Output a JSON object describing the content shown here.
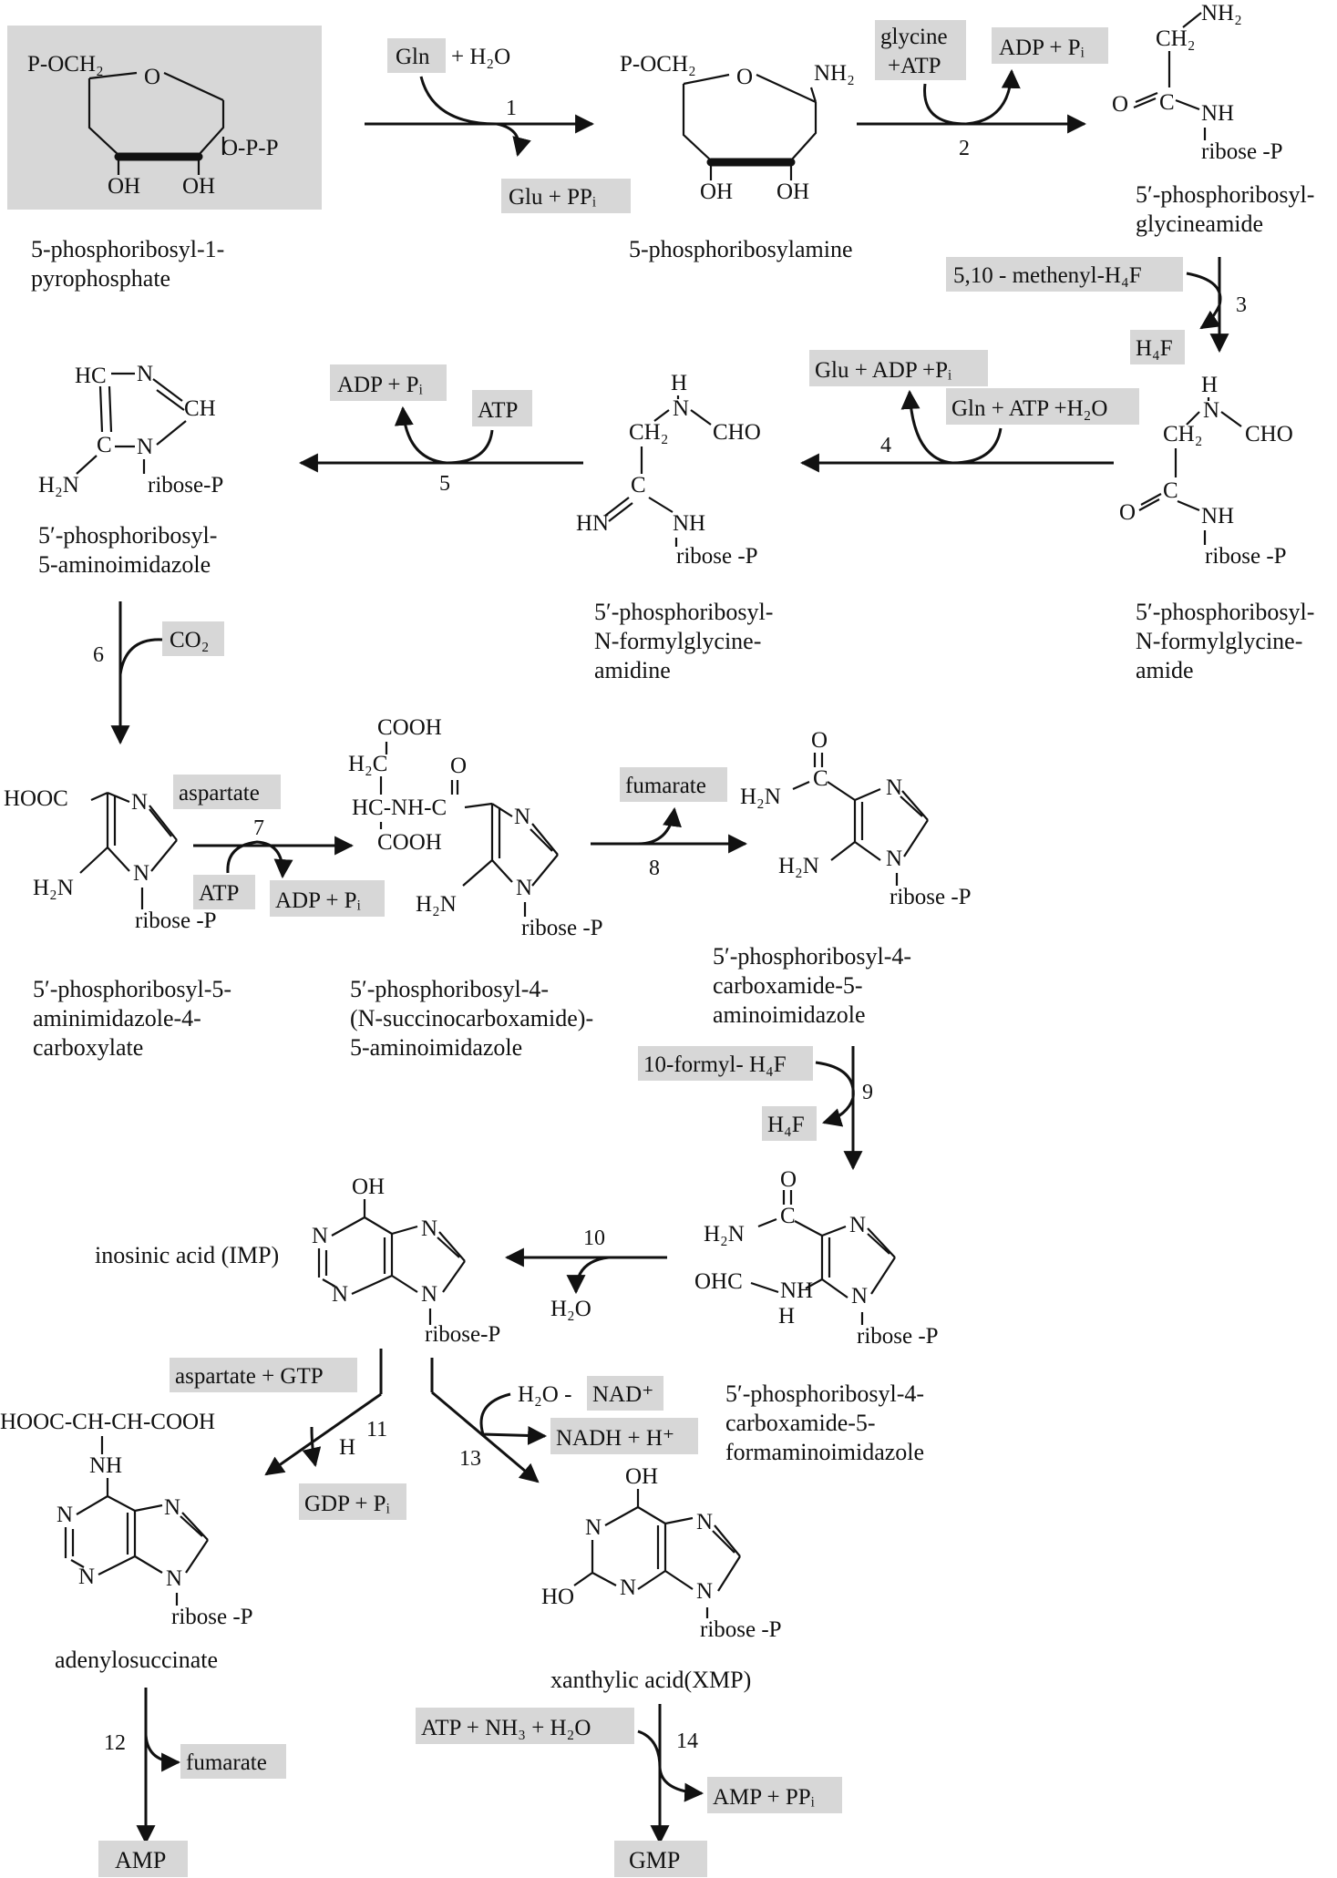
{
  "compounds": {
    "prpp": {
      "name": [
        "5-phosphoribosyl-1-",
        "pyrophosphate"
      ]
    },
    "pra": {
      "name": [
        "5-phosphoribosylamine"
      ]
    },
    "gar": {
      "name": [
        "5′-phosphoribosyl-",
        "glycineamide"
      ]
    },
    "fgar": {
      "name": [
        "5′-phosphoribosyl-",
        "N-formylglycine-",
        "amide"
      ]
    },
    "fgam": {
      "name": [
        "5′-phosphoribosyl-",
        "N-formylglycine-",
        "amidine"
      ]
    },
    "air": {
      "name": [
        "5′-phosphoribosyl-",
        "5-aminoimidazole"
      ]
    },
    "cair": {
      "name": [
        "5′-phosphoribosyl-5-",
        "aminimidazole-4-",
        "carboxylate"
      ]
    },
    "saicar": {
      "name": [
        "5′-phosphoribosyl-4-",
        "(N-succinocarboxamide)-",
        "5-aminoimidazole"
      ]
    },
    "aicar": {
      "name": [
        "5′-phosphoribosyl-4-",
        "carboxamide-5-",
        "aminoimidazole"
      ]
    },
    "faicar": {
      "name": [
        "5′-phosphoribosyl-4-",
        "carboxamide-5-",
        "formaminoimidazole"
      ]
    },
    "imp": {
      "name": "inosinic acid (IMP)"
    },
    "adenylosuccinate": {
      "name": "adenylosuccinate"
    },
    "xmp": {
      "name": "xanthylic acid(XMP)"
    },
    "amp": {
      "name": "AMP"
    },
    "gmp": {
      "name": "GMP"
    }
  },
  "steps": [
    {
      "n": "1",
      "in": [
        "Gln",
        "+ H₂O"
      ],
      "out": [
        "Glu + PPᵢ"
      ]
    },
    {
      "n": "2",
      "in": [
        "glycine",
        "+ATP"
      ],
      "out": [
        "ADP + Pᵢ"
      ]
    },
    {
      "n": "3",
      "in": [
        "5,10 - methenyl-H₄F"
      ],
      "out": [
        "H₄F"
      ]
    },
    {
      "n": "4",
      "in": [
        "Gln + ATP +H₂O"
      ],
      "out": [
        "Glu + ADP +Pᵢ"
      ]
    },
    {
      "n": "5",
      "in": [
        "ATP"
      ],
      "out": [
        "ADP + Pᵢ"
      ]
    },
    {
      "n": "6",
      "in": [
        "CO₂"
      ],
      "out": []
    },
    {
      "n": "7",
      "in": [
        "aspartate",
        "ATP"
      ],
      "out": [
        "ADP + Pᵢ"
      ]
    },
    {
      "n": "8",
      "in": [],
      "out": [
        "fumarate"
      ]
    },
    {
      "n": "9",
      "in": [
        "10-formyl- H₄F"
      ],
      "out": [
        "H₄F"
      ]
    },
    {
      "n": "10",
      "in": [],
      "out": [
        "H₂O"
      ]
    },
    {
      "n": "11",
      "in": [
        "aspartate + GTP"
      ],
      "out": [
        "GDP + Pᵢ"
      ],
      "mark": "H"
    },
    {
      "n": "12",
      "in": [],
      "out": [
        "fumarate"
      ]
    },
    {
      "n": "13",
      "in": [
        "H₂O - ",
        "NAD⁺"
      ],
      "out": [
        "NADH + H⁺"
      ]
    },
    {
      "n": "14",
      "in": [
        "ATP + NH₃ + H₂O"
      ],
      "out": [
        "AMP + PPᵢ"
      ]
    }
  ],
  "atoms": {
    "p_och2": "P-OCH₂",
    "o": "O",
    "opp": "O-P-P",
    "oh": "OH",
    "nh2": "NH₂",
    "h2n": "H₂N",
    "ch2": "CH₂",
    "c": "C",
    "nh": "NH",
    "n": "N",
    "h": "H",
    "cho": "CHO",
    "hn": "HN",
    "ribose_p": "ribose-P",
    "ribose_p2": "ribose -P",
    "hc": "HC",
    "ch": "CH",
    "hooc": "HOOC",
    "cooh": "COOH",
    "h2c": "H₂C",
    "hc_nh_c": "HC-NH-C",
    "ohc": "OHC",
    "ho": "HO",
    "chain": "HOOC-CH-CH-COOH"
  }
}
